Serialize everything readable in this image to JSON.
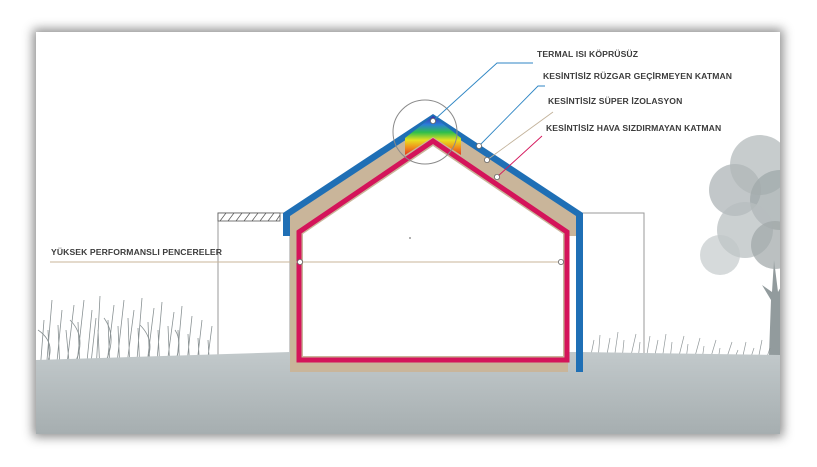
{
  "labels": {
    "thermal_bridge_free": "TERMAL ISI KÖPRÜSÜZ",
    "continuous_windproof_layer": "KESİNTİSİZ RÜZGAR GEÇİRMEYEN KATMAN",
    "continuous_super_insulation": "KESİNTİSİZ SÜPER İZOLASYON",
    "continuous_airtight_layer": "KESİNTİSİZ HAVA SIZDIRMAYAN KATMAN",
    "high_performance_windows": "YÜKSEK PERFORMANSLI PENCERELER"
  },
  "colors": {
    "windproof_layer": "#1f6fb5",
    "insulation": "#c9b59a",
    "airtight_layer": "#d4145a",
    "ground": "#b3bbbd",
    "leader_blue": "#2f86c4",
    "leader_tan": "#c2b29a",
    "leader_pink": "#d4145a"
  }
}
